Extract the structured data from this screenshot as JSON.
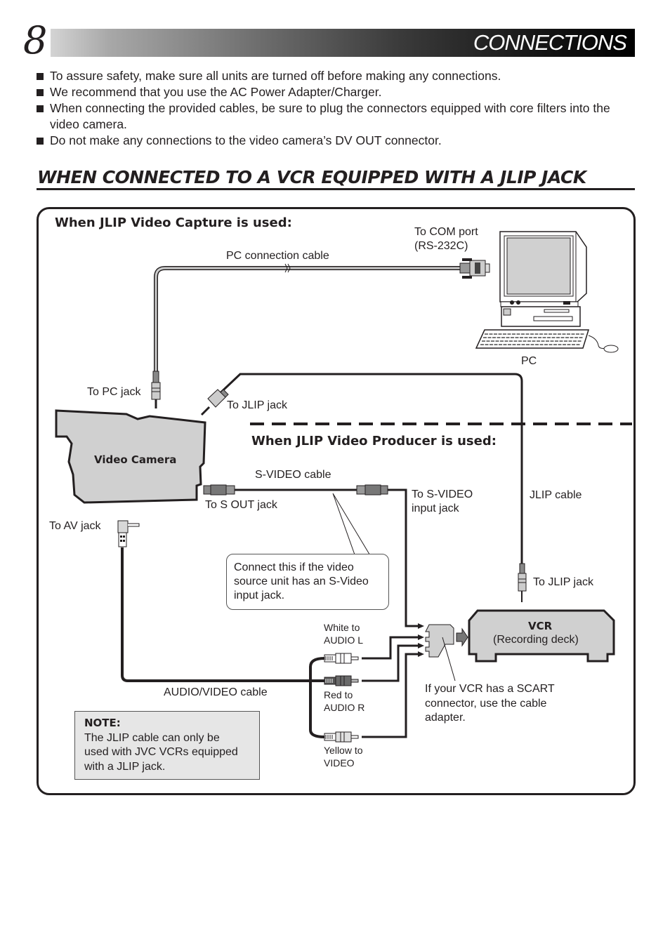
{
  "header": {
    "page_number": "8",
    "title": "CONNECTIONS"
  },
  "bullets": [
    "To assure safety, make sure all units are turned off before making any connections.",
    "We recommend that you use the AC Power Adapter/Charger.",
    "When connecting the provided cables, be sure to plug the connectors equipped with core filters into the video camera.",
    "Do not make any connections to the video camera’s DV OUT connector."
  ],
  "section": {
    "title": "WHEN CONNECTED TO A VCR EQUIPPED WITH A JLIP JACK"
  },
  "diagram": {
    "capture_heading": "When JLIP Video Capture is used:",
    "producer_heading": "When JLIP Video Producer is used:",
    "labels": {
      "com_port_line1": "To COM port",
      "com_port_line2": "(RS-232C)",
      "pc_connection_cable": "PC connection cable",
      "pc": "PC",
      "to_pc_jack": "To PC jack",
      "to_jlip_jack_camera": "To JLIP jack",
      "video_camera": "Video Camera",
      "s_video_cable": "S-VIDEO cable",
      "to_s_out_jack": "To S OUT jack",
      "to_s_video_input_line1": "To S-VIDEO",
      "to_s_video_input_line2": "input jack",
      "jlip_cable": "JLIP cable",
      "to_av_jack": "To AV jack",
      "to_jlip_jack_vcr": "To JLIP jack",
      "white_line1": "White to",
      "white_line2": "AUDIO L",
      "red_line1": "Red to",
      "red_line2": "AUDIO R",
      "yellow_line1": "Yellow to",
      "yellow_line2": "VIDEO",
      "av_cable": "AUDIO/VIDEO cable",
      "vcr_title": "VCR",
      "vcr_subtitle": "(Recording deck)",
      "scart_line1": "If your VCR has a SCART",
      "scart_line2": "connector, use the cable",
      "scart_line3": "adapter."
    },
    "callout": {
      "line1": "Connect this if the video",
      "line2": "source unit has an S-Video",
      "line3": "input jack."
    },
    "note": {
      "title": "NOTE:",
      "line1": "The JLIP cable can only be",
      "line2": "used with JVC VCRs equipped",
      "line3": "with a JLIP jack."
    },
    "colors": {
      "device_fill": "#d0d0d0",
      "ink": "#231f20",
      "note_fill": "#e6e6e6",
      "plug_red": "#6a6a6a",
      "plug_white": "#ffffff",
      "plug_yellow": "#e0e0e0"
    }
  }
}
